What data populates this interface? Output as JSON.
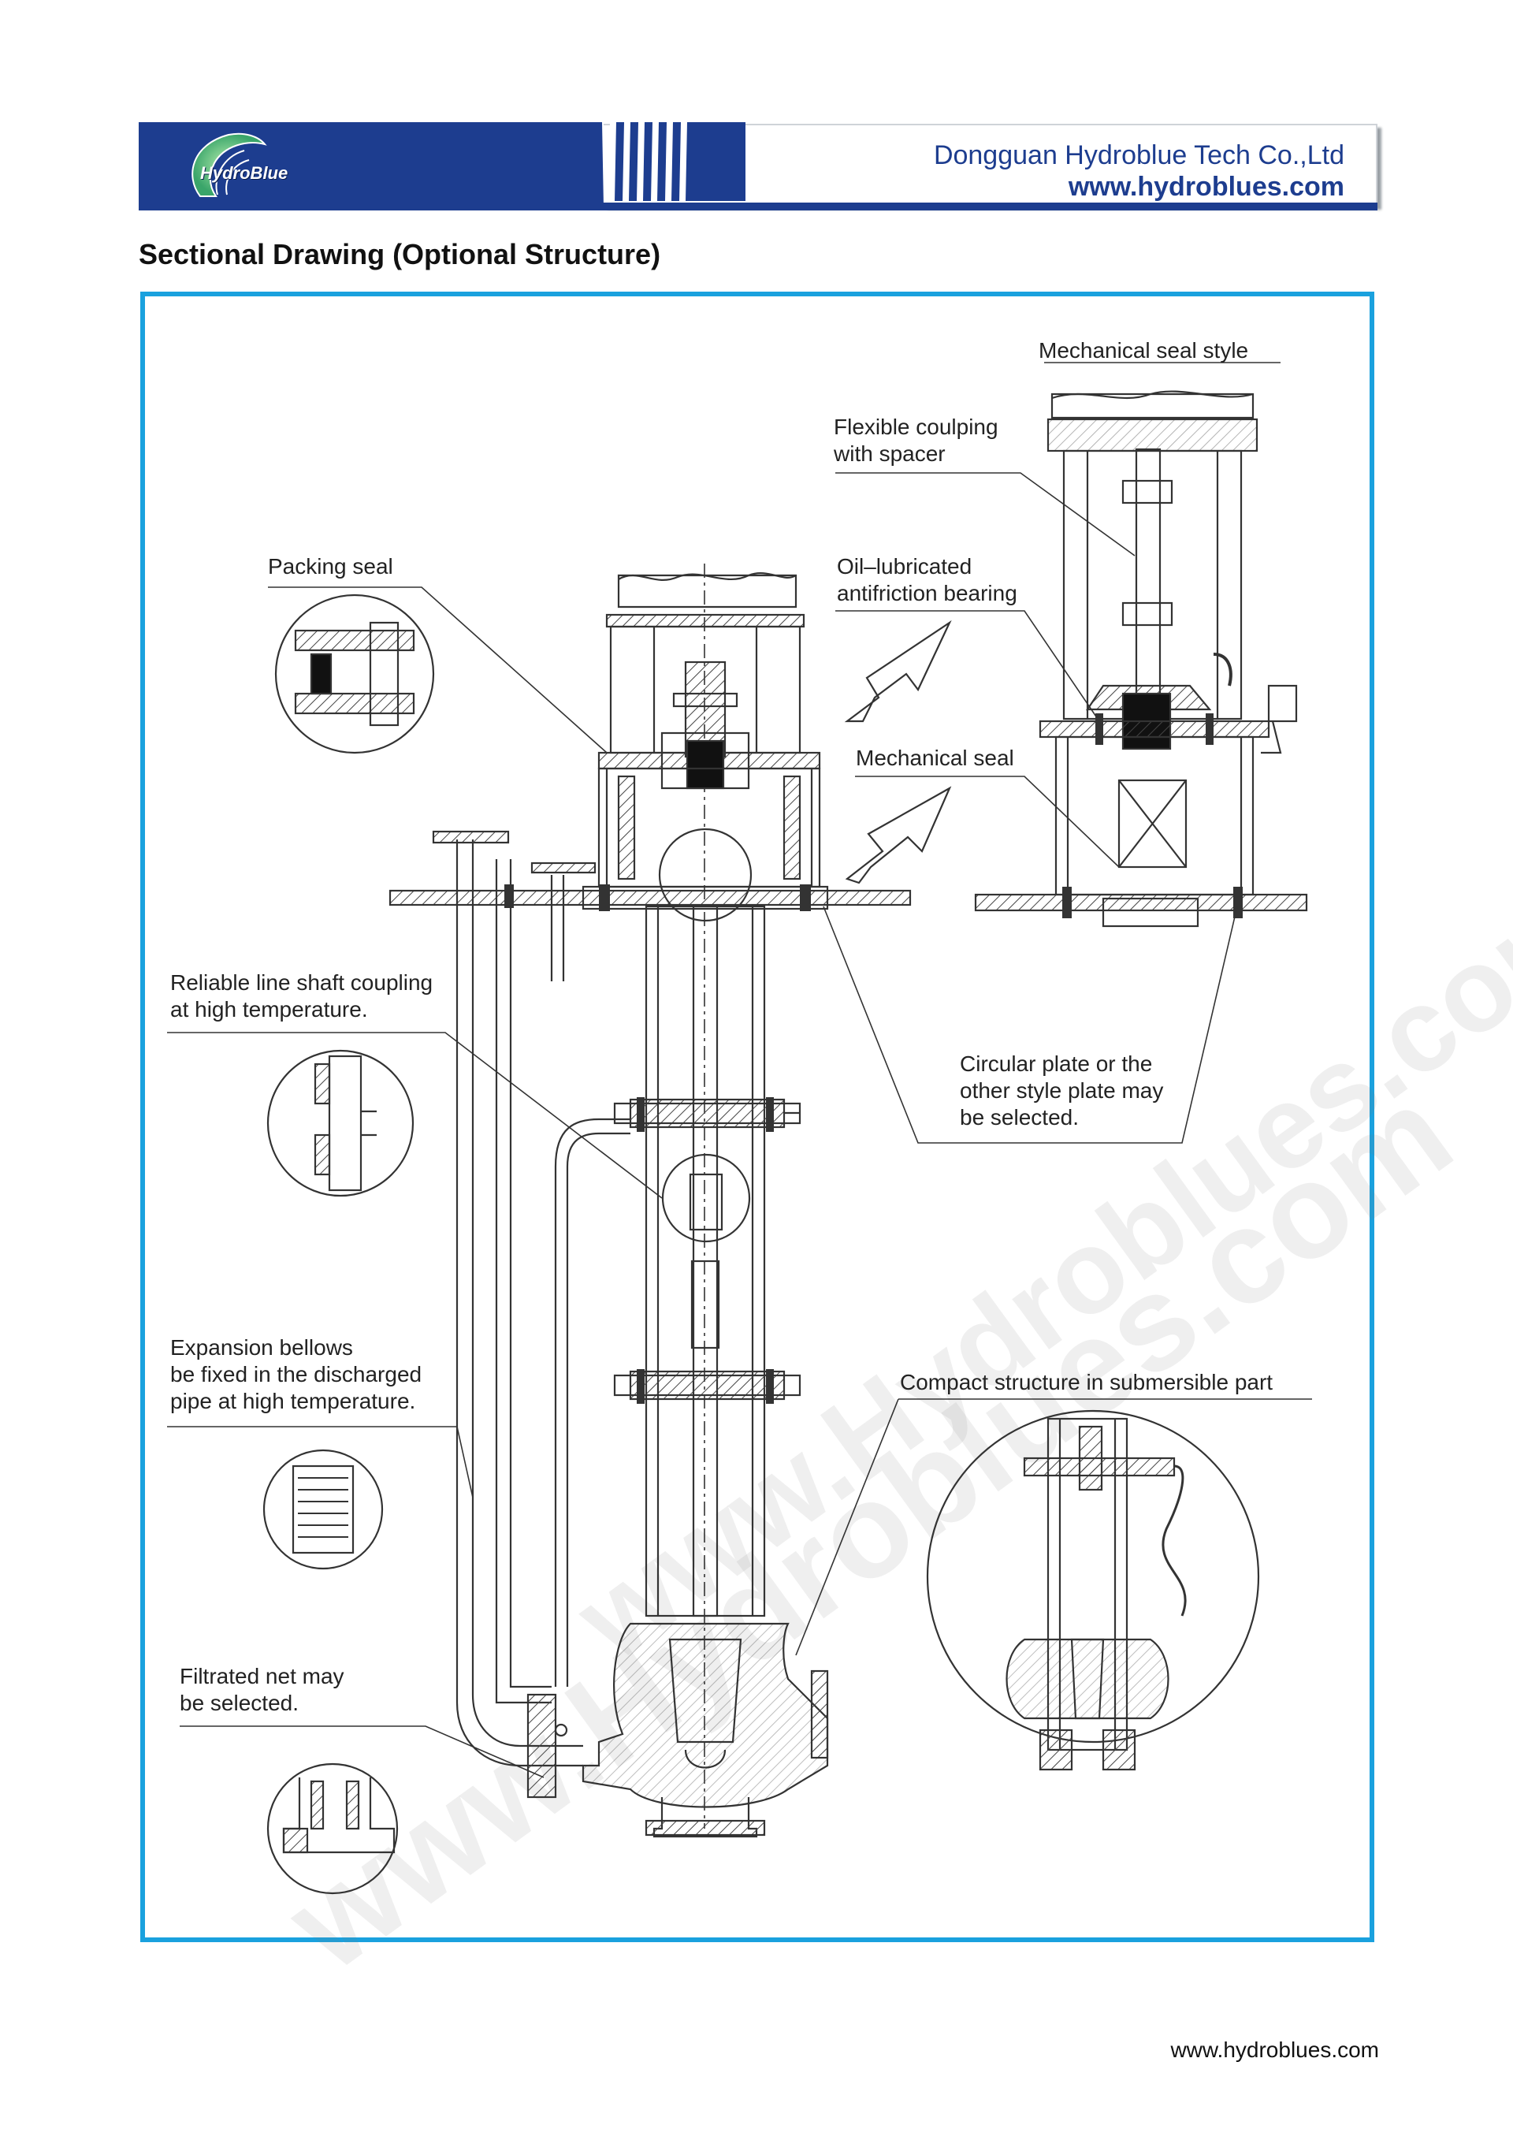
{
  "header": {
    "logo_text": "HydroBlue",
    "company_name": "Dongguan Hydroblue Tech Co.,Ltd",
    "company_url": "www.hydroblues.com",
    "brand_color": "#1d3d8f",
    "accent_color": "#1aa1de"
  },
  "section_title": "Sectional Drawing (Optional Structure)",
  "labels": {
    "mech_seal_style": "Mechanical seal style",
    "flexible_coupling": "Flexible coulping\nwith spacer",
    "packing_seal": "Packing seal",
    "oil_bearing": "Oil–lubricated\nantifriction bearing",
    "mech_seal": "Mechanical seal",
    "line_shaft": "Reliable line shaft coupling\nat high temperature.",
    "circular_plate": "Circular plate or the\nother style plate may\nbe selected.",
    "expansion_bellows": "Expansion bellows\nbe fixed in the discharged\npipe at high temperature.",
    "compact_structure": "Compact structure in submersible part",
    "filtrated_net": "Filtrated net may\nbe selected."
  },
  "watermark": "www.Hydroblues.com",
  "footer_url": "www.hydroblues.com"
}
